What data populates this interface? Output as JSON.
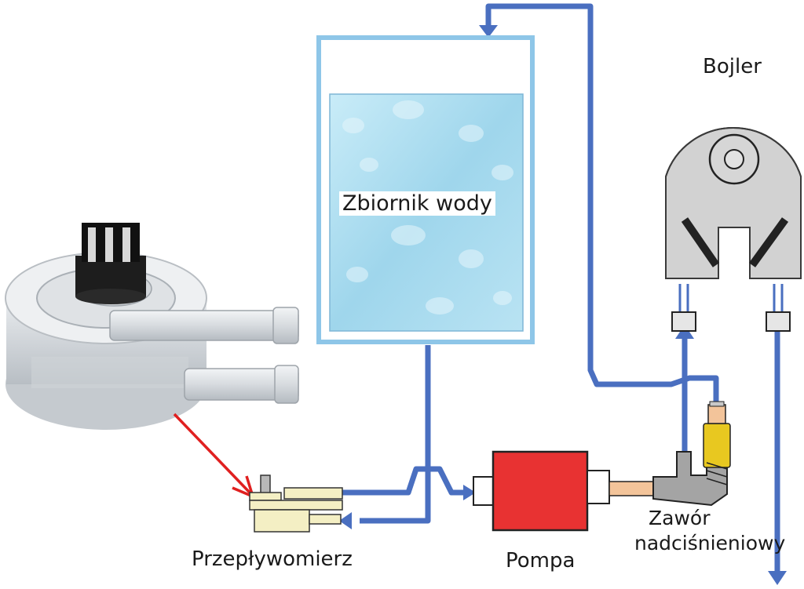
{
  "labels": {
    "tank": "Zbiornik wody",
    "boiler": "Bojler",
    "flowmeter": "Przepływomierz",
    "pump": "Pompa",
    "valve_line1": "Zawór",
    "valve_line2": "nadciśnieniowy"
  },
  "colors": {
    "pipe": "#4a6fc0",
    "tank_frame": "#8ec6e8",
    "water": "#a9dcef",
    "pump_body": "#e83232",
    "boiler_body": "#d0d0d0",
    "flowmeter_body": "#f4efc4",
    "arrow_red": "#e02020",
    "valve_spring": "#e8c820",
    "connector": "#f3c49a"
  }
}
